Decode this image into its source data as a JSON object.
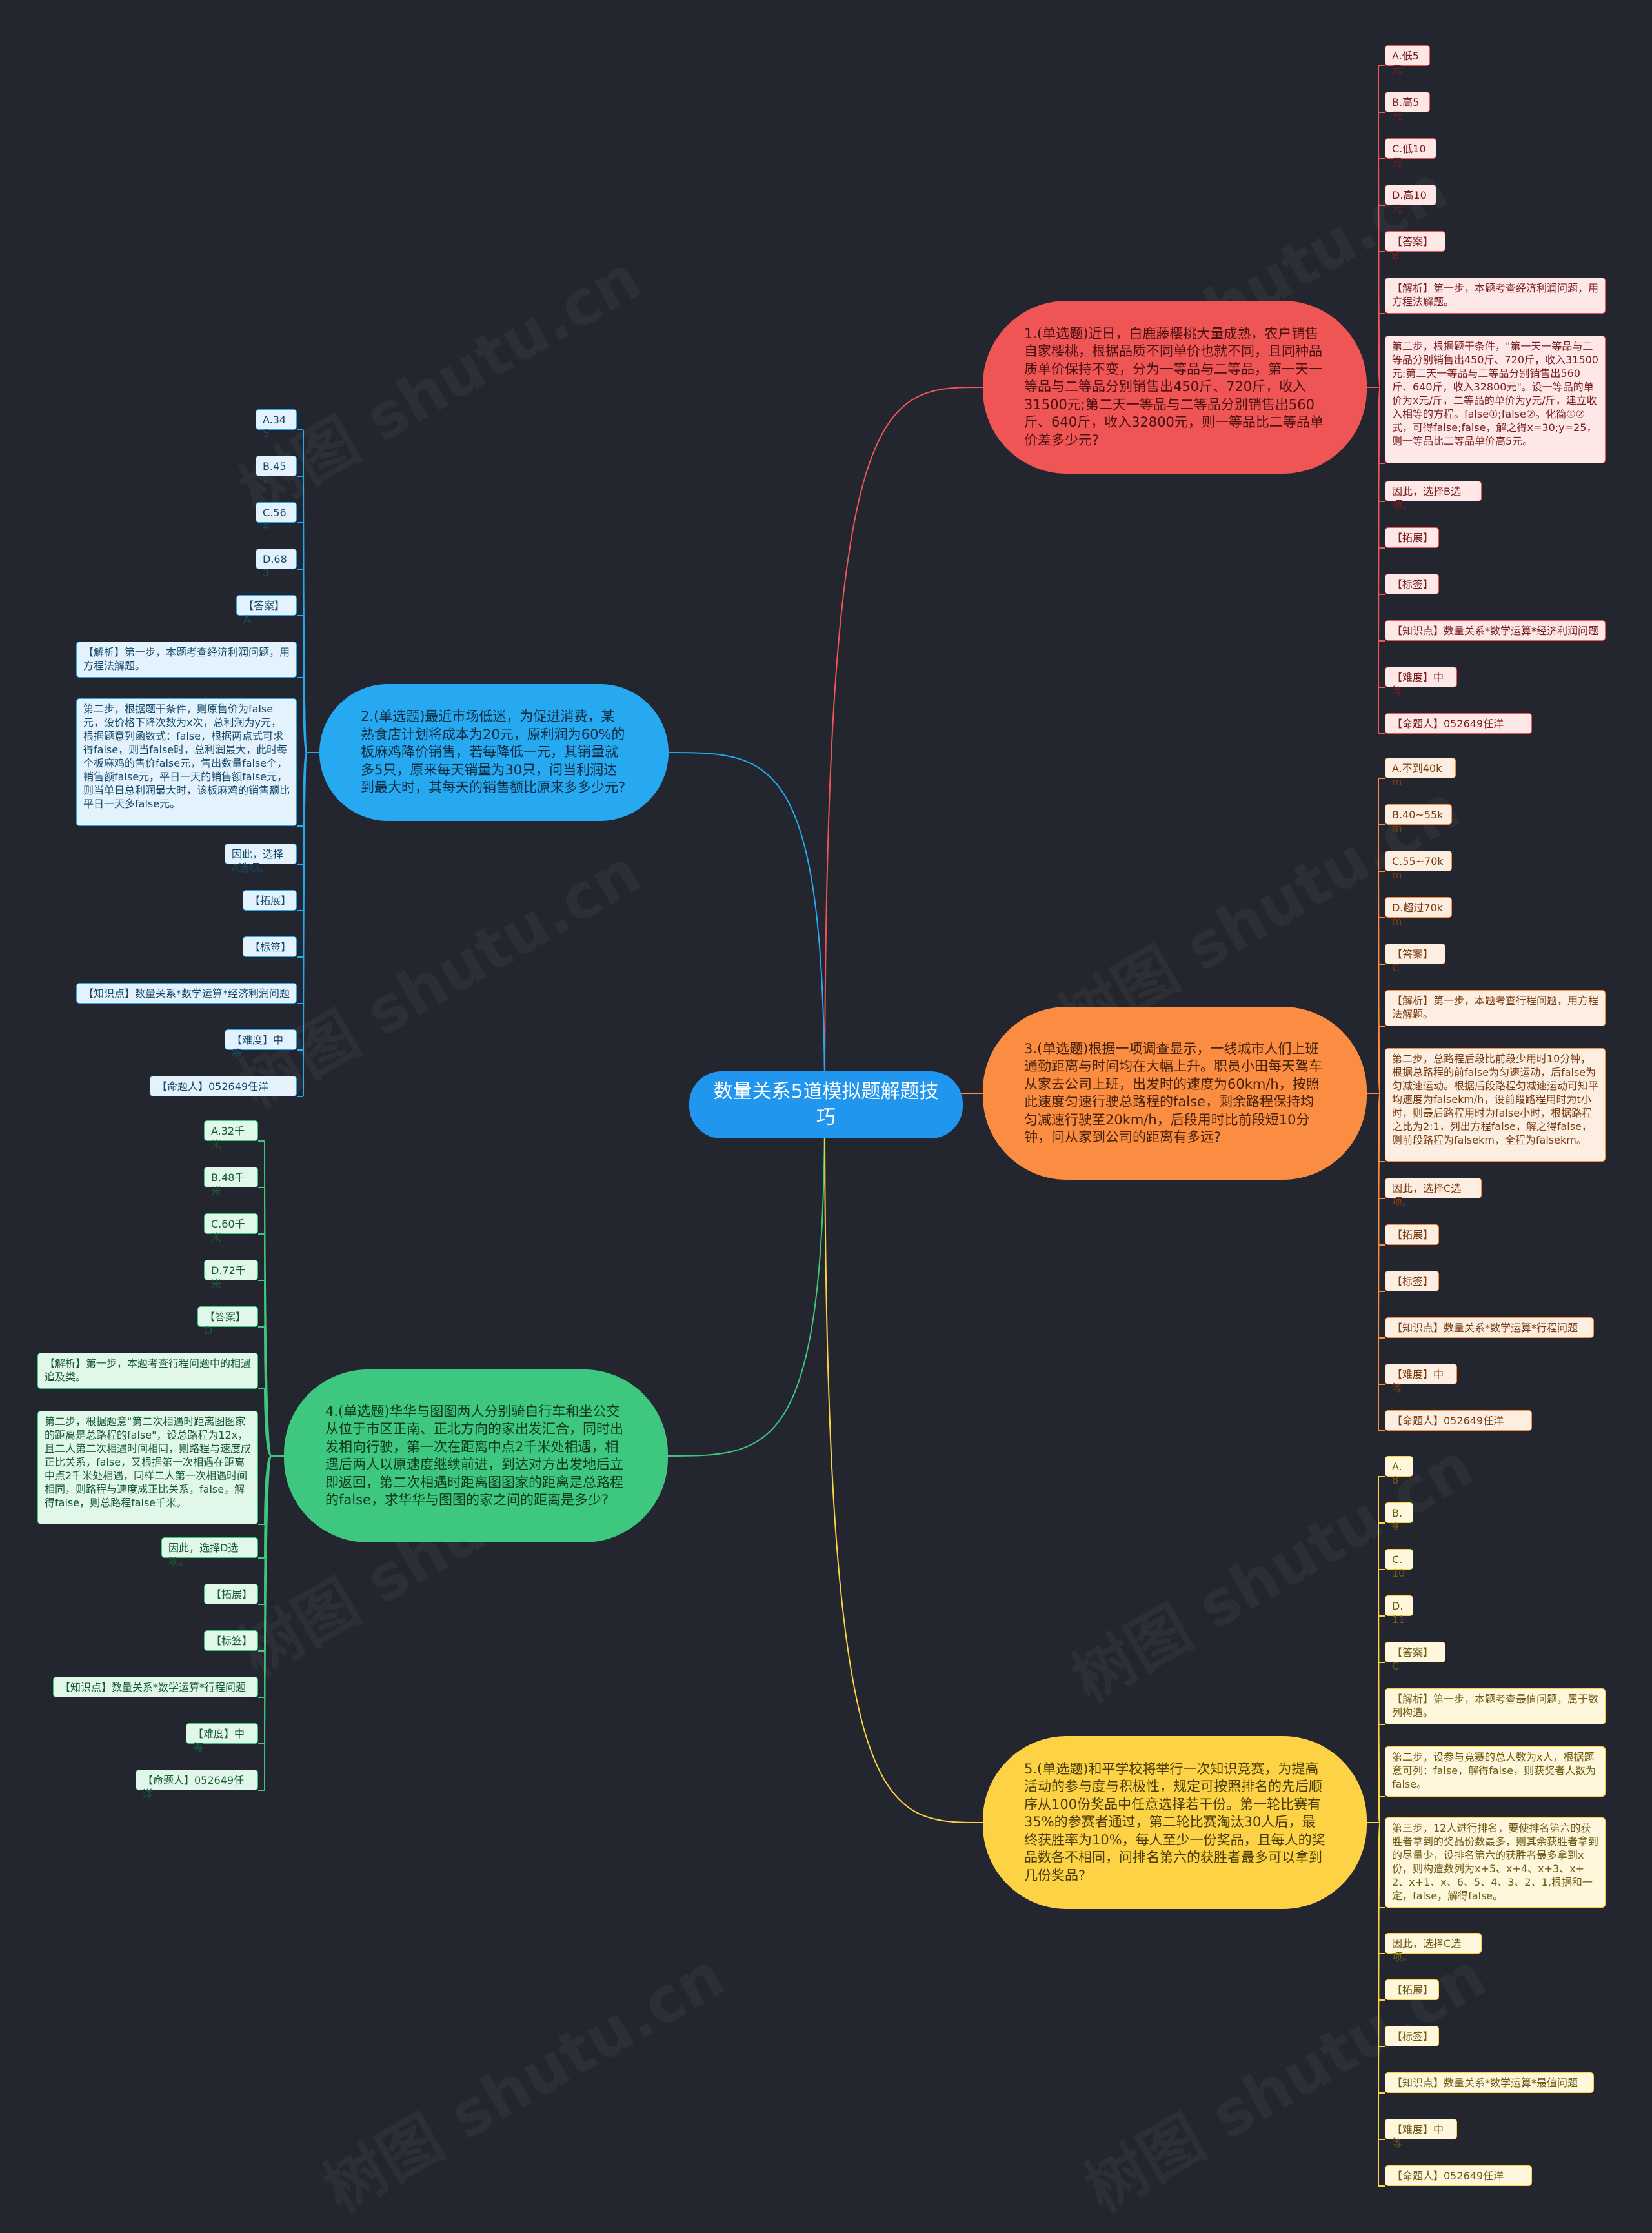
{
  "central": "数量关系5道模拟题解题技巧",
  "watermark": "树图 shutu.cn",
  "topics": [
    {
      "id": "t1",
      "color": "#f05556",
      "text": "1.(单选题)近日，白鹿藤樱桃大量成熟，农户销售自家樱桃，根据品质不同单价也就不同，且同种品质单价保持不变，分为一等品与二等品，第一天一等品与二等品分别销售出450斤、720斤，收入31500元;第二天一等品与二等品分别销售出560斤、640斤，收入32800元，则一等品比二等品单价差多少元?",
      "leaves": [
        "A.低5元",
        "B.高5元",
        "C.低10元",
        "D.高10元",
        "【答案】B",
        "【解析】第一步，本题考查经济利润问题，用方程法解题。",
        "第二步，根据题干条件，\"第一天一等品与二等品分别销售出450斤、720斤，收入31500元;第二天一等品与二等品分别销售出560斤、640斤，收入32800元\"。设一等品的单价为x元/斤，二等品的单价为y元/斤，建立收入相等的方程。false①;false②。化简①②式，可得false;false，解之得x=30;y=25，则一等品比二等品单价高5元。",
        "因此，选择B选项。",
        "【拓展】",
        "【标签】",
        "【知识点】数量关系*数学运算*经济利润问题",
        "【难度】中等",
        "【命题人】052649任洋"
      ]
    },
    {
      "id": "t2",
      "color": "#27a9f1",
      "text": "2.(单选题)最近市场低迷，为促进消费，某熟食店计划将成本为20元，原利润为60%的板麻鸡降价销售，若每降低一元，其销量就多5只，原来每天销量为30只，问当利润达到最大时，其每天的销售额比原来多多少元?",
      "leaves": [
        "A.345",
        "B.452",
        "C.564",
        "D.683",
        "【答案】A",
        "【解析】第一步，本题考查经济利润问题，用方程法解题。",
        "第二步，根据题干条件，则原售价为false元，设价格下降次数为x次，总利润为y元，根据题意列函数式：false，根据两点式可求得false，则当false时，总利润最大，此时每个板麻鸡的售价false元，售出数量false个，销售额false元，平日一天的销售额false元，则当单日总利润最大时，该板麻鸡的销售额比平日一天多false元。",
        "因此，选择A选项。",
        "【拓展】",
        "【标签】",
        "【知识点】数量关系*数学运算*经济利润问题",
        "【难度】中等",
        "【命题人】052649任洋"
      ]
    },
    {
      "id": "t3",
      "color": "#fa8d41",
      "text": "3.(单选题)根据一项调查显示，一线城市人们上班通勤距离与时间均在大幅上升。职员小田每天驾车从家去公司上班，出发时的速度为60km/h，按照此速度匀速行驶总路程的false，剩余路程保持均匀减速行驶至20km/h，后段用时比前段短10分钟，问从家到公司的距离有多远?",
      "leaves": [
        "A.不到40km",
        "B.40~55km",
        "C.55~70km",
        "D.超过70km",
        "【答案】C",
        "【解析】第一步，本题考查行程问题，用方程法解题。",
        "第二步，总路程后段比前段少用时10分钟，根据总路程的前false为匀速运动，后false为匀减速运动。根据后段路程匀减速运动可知平均速度为falsekm/h，设前段路程用时为t小时，则最后路程用时为false小时，根据路程之比为2:1，列出方程false，解之得false，则前段路程为falsekm，全程为falsekm。",
        "因此，选择C选项。",
        "【拓展】",
        "【标签】",
        "【知识点】数量关系*数学运算*行程问题",
        "【难度】中等",
        "【命题人】052649任洋"
      ]
    },
    {
      "id": "t4",
      "color": "#3ec77f",
      "text": "4.(单选题)华华与图图两人分别骑自行车和坐公交从位于市区正南、正北方向的家出发汇合，同时出发相向行驶，第一次在距离中点2千米处相遇，相遇后两人以原速度继续前进，到达对方出发地后立即返回，第二次相遇时距离图图家的距离是总路程的false，求华华与图图的家之间的距离是多少?",
      "leaves": [
        "A.32千米",
        "B.48千米",
        "C.60千米",
        "D.72千米",
        "【答案】D",
        "【解析】第一步，本题考查行程问题中的相遇追及类。",
        "第二步，根据题意\"第二次相遇时距离图图家的距离是总路程的false\"，设总路程为12x，且二人第二次相遇时间相同，则路程与速度成正比关系，false，又根据第一次相遇在距离中点2千米处相遇，同样二人第一次相遇时间相同，则路程与速度成正比关系，false，解得false，则总路程false千米。",
        "因此，选择D选项。",
        "【拓展】",
        "【标签】",
        "【知识点】数量关系*数学运算*行程问题",
        "【难度】中等",
        "【命题人】052649任洋"
      ]
    },
    {
      "id": "t5",
      "color": "#fdd244",
      "text": "5.(单选题)和平学校将举行一次知识竞赛，为提高活动的参与度与积极性，规定可按照排名的先后顺序从100份奖品中任意选择若干份。第一轮比赛有35%的参赛者通过，第二轮比赛淘汰30人后，最终获胜率为10%，每人至少一份奖品，且每人的奖品数各不相同，问排名第六的获胜者最多可以拿到几份奖品?",
      "leaves": [
        "A.8",
        "B.9",
        "C.10",
        "D.11",
        "【答案】C",
        "【解析】第一步，本题考查最值问题，属于数列构造。",
        "第二步，设参与竞赛的总人数为x人，根据题意可列：false，解得false，则获奖者人数为false。",
        "第三步，12人进行排名，要使排名第六的获胜者拿到的奖品份数最多，则其余获胜者拿到的尽量少，设排名第六的获胜者最多拿到x份，则构造数列为x+5、x+4、x+3、x+2、x+1、x、6、5、4、3、2、1,根据和一定，false，解得false。",
        "因此，选择C选项。",
        "【拓展】",
        "【标签】",
        "【知识点】数量关系*数学运算*最值问题",
        "【难度】中等",
        "【命题人】052649任洋"
      ]
    }
  ]
}
